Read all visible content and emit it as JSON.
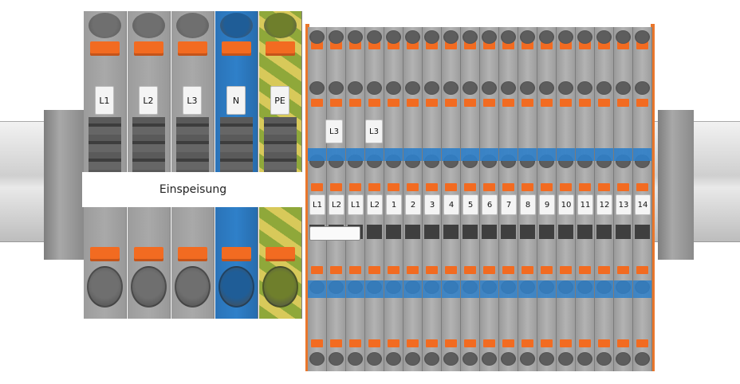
{
  "feed_label": "Einspeisung",
  "feed_markers": [
    "L1",
    "L2",
    "L3",
    "N",
    "PE"
  ],
  "feed_types": [
    "grey",
    "grey",
    "grey",
    "blue",
    "pe"
  ],
  "upper_markers": [
    "L3",
    "L3"
  ],
  "module_markers": [
    "L1",
    "L2",
    "L1",
    "L2",
    "1",
    "2",
    "3",
    "4",
    "5",
    "6",
    "7",
    "8",
    "9",
    "10",
    "11",
    "12",
    "13",
    "14"
  ],
  "colors": {
    "housing_grey": "#a9a9a9",
    "lever_orange": "#f26b21",
    "neutral_blue": "#2f80c9",
    "pe_green": "#8fa83a",
    "pe_yellow": "#d8c95a",
    "end_plate_orange": "#e9772c"
  }
}
